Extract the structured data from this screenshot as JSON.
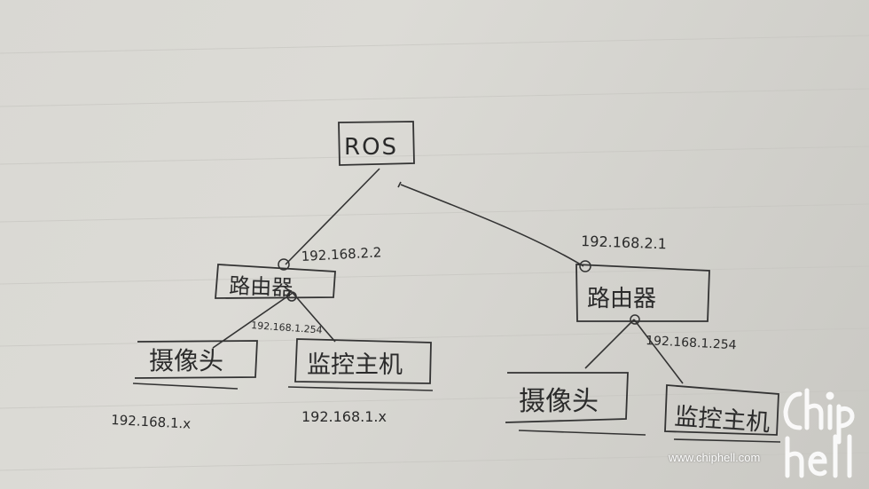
{
  "diagram": {
    "root": {
      "label": "ROS"
    },
    "left_branch": {
      "uplink_ip": "192.168.2.2",
      "router_label": "路由器",
      "lan_ip": "192.168.1.254",
      "children": [
        {
          "label": "摄像头",
          "ip": "192.168.1.x"
        },
        {
          "label": "监控主机",
          "ip": "192.168.1.x"
        }
      ]
    },
    "right_branch": {
      "uplink_ip": "192.168.2.1",
      "router_label": "路由器",
      "lan_ip": "192.168.1.254",
      "children": [
        {
          "label": "摄像头"
        },
        {
          "label": "监控主机"
        }
      ]
    }
  },
  "watermark": {
    "url": "www.chiphell.com",
    "logo_text": "chip hell"
  }
}
